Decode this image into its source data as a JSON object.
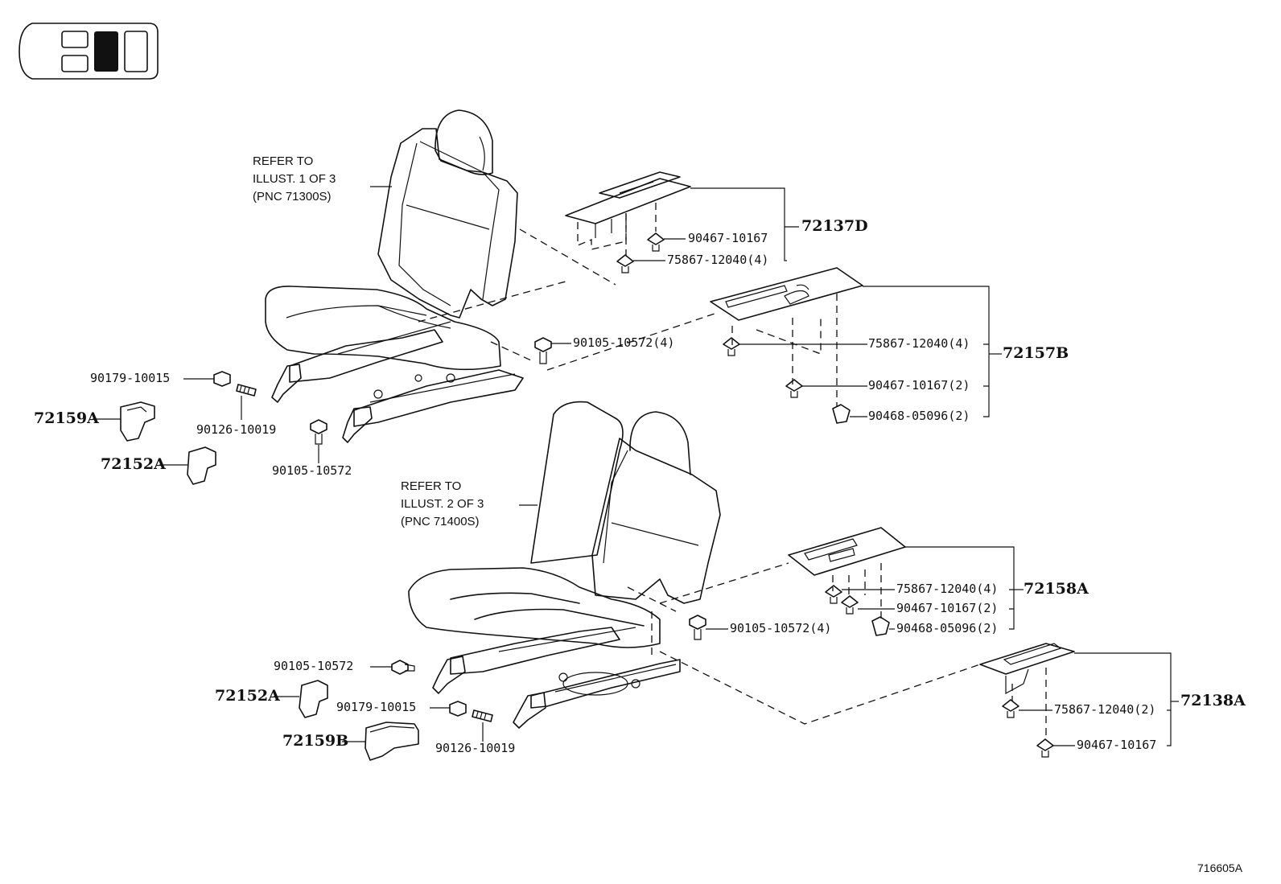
{
  "figure_id": "716605A",
  "notes": [
    {
      "lines": [
        "REFER TO",
        "ILLUST. 1 OF 3",
        "(PNC 71300S)"
      ]
    },
    {
      "lines": [
        "REFER TO",
        "ILLUST. 2 OF 3",
        "(PNC 71400S)"
      ]
    }
  ],
  "parts": {
    "p72137D": "72137D",
    "p72157B": "72157B",
    "p72158A": "72158A",
    "p72138A": "72138A",
    "p72159A": "72159A",
    "p72152A_top": "72152A",
    "p72152A_bot": "72152A",
    "p72159B": "72159B"
  },
  "fasteners": {
    "f1": "90467-10167",
    "f2": "75867-12040(4)",
    "f3": "90105-10572(4)",
    "f4": "75867-12040(4)",
    "f5": "90467-10167(2)",
    "f6": "90468-05096(2)",
    "f7": "90179-10015",
    "f8": "90126-10019",
    "f9": "90105-10572",
    "f10": "75867-12040(4)",
    "f11": "90467-10167(2)",
    "f12": "90468-05096(2)",
    "f13": "90105-10572(4)",
    "f14": "90105-10572",
    "f15": "90179-10015",
    "f16": "90126-10019",
    "f17": "75867-12040(2)",
    "f18": "90467-10167"
  },
  "icons": {
    "locator": "vehicle-seat-row-locator-icon"
  }
}
